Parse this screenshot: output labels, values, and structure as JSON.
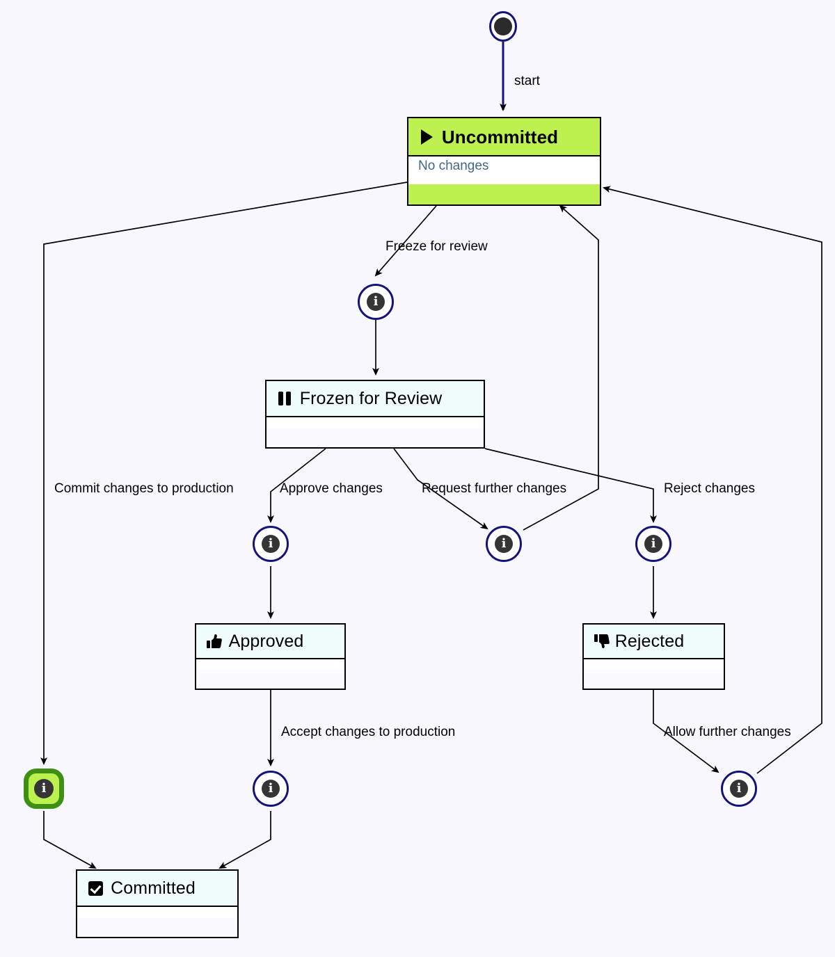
{
  "diagram": {
    "type": "state-machine",
    "title": "Change management state diagram",
    "background_color": "#f7f7fd",
    "accent_active_color": "#bdf14f",
    "accent_active_border_color": "#3f8f15",
    "node_ring_color": "#14137c",
    "state_header_color": "#effcfb",
    "description_text_color": "#41688a"
  },
  "start": {
    "name": "start-node",
    "label": "start"
  },
  "states": [
    {
      "id": "uncommitted",
      "name": "Uncommitted",
      "icon": "play-icon",
      "description": "No changes",
      "active": true
    },
    {
      "id": "frozen",
      "name": "Frozen for Review",
      "icon": "pause-icon",
      "description": "",
      "active": false
    },
    {
      "id": "approved",
      "name": "Approved",
      "icon": "thumbs-up-icon",
      "description": "",
      "active": false
    },
    {
      "id": "rejected",
      "name": "Rejected",
      "icon": "thumbs-down-icon",
      "description": "",
      "active": false
    },
    {
      "id": "committed",
      "name": "Committed",
      "icon": "checkbox-icon",
      "description": "",
      "active": false
    }
  ],
  "info_nodes": [
    {
      "id": "info-freeze",
      "glyph": "i",
      "active": false
    },
    {
      "id": "info-approve",
      "glyph": "i",
      "active": false
    },
    {
      "id": "info-request",
      "glyph": "i",
      "active": false
    },
    {
      "id": "info-reject",
      "glyph": "i",
      "active": false
    },
    {
      "id": "info-commit",
      "glyph": "i",
      "active": true
    },
    {
      "id": "info-accept",
      "glyph": "i",
      "active": false
    },
    {
      "id": "info-allow",
      "glyph": "i",
      "active": false
    }
  ],
  "transitions": [
    {
      "id": "t-start",
      "label": "start",
      "from": "start-node",
      "to": "uncommitted"
    },
    {
      "id": "t-freeze",
      "label": "Freeze for review",
      "from": "uncommitted",
      "to": "frozen"
    },
    {
      "id": "t-commit",
      "label": "Commit changes to production",
      "from": "uncommitted",
      "to": "committed"
    },
    {
      "id": "t-approve",
      "label": "Approve changes",
      "from": "frozen",
      "to": "approved"
    },
    {
      "id": "t-request",
      "label": "Request further changes",
      "from": "frozen",
      "to": "uncommitted"
    },
    {
      "id": "t-reject",
      "label": "Reject changes",
      "from": "frozen",
      "to": "rejected"
    },
    {
      "id": "t-accept",
      "label": "Accept changes to production",
      "from": "approved",
      "to": "committed"
    },
    {
      "id": "t-allow",
      "label": "Allow further changes",
      "from": "rejected",
      "to": "uncommitted"
    }
  ]
}
